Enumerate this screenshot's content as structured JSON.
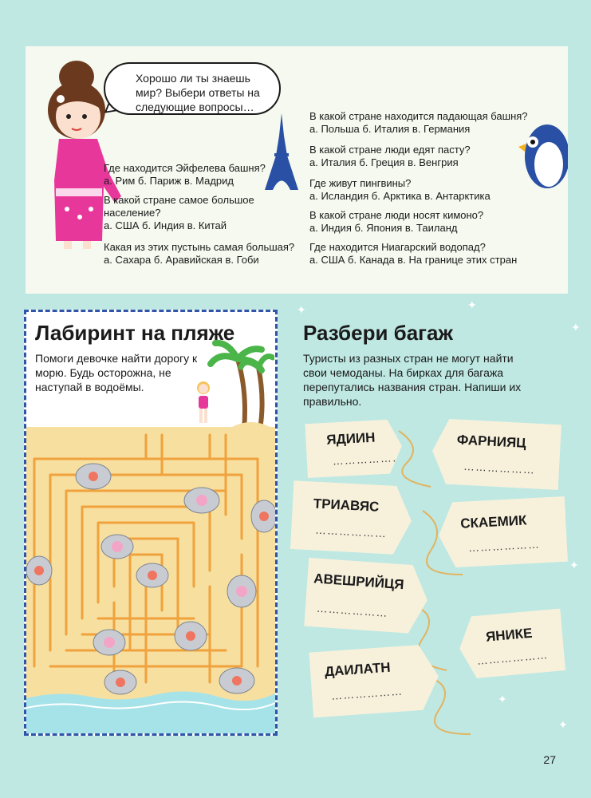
{
  "bubble_text": "Хорошо ли ты знаешь мир? Выбери ответы на следующие вопросы…",
  "questions_left": [
    {
      "q": "Где находится Эйфелева башня?",
      "a": "а. Рим  б. Париж  в. Мадрид"
    },
    {
      "q": "В какой стране самое большое население?",
      "a": "а. США  б. Индия  в. Китай"
    },
    {
      "q": "Какая из этих пустынь самая большая?",
      "a": "а. Сахара  б. Аравийская  в. Гоби"
    }
  ],
  "questions_right": [
    {
      "q": "В какой стране находится падающая башня?",
      "a": "а. Польша  б. Италия  в. Германия"
    },
    {
      "q": "В какой стране люди едят пасту?",
      "a": "а. Италия  б. Греция  в. Венгрия"
    },
    {
      "q": "Где живут пингвины?",
      "a": "а. Исландия  б. Арктика  в. Антарктика"
    },
    {
      "q": "В какой стране люди носят кимоно?",
      "a": "а. Индия  б. Япония  в. Таиланд"
    },
    {
      "q": "Где находится Ниагарский водопад?",
      "a": "а. США  б. Канада  в. На границе этих стран"
    }
  ],
  "maze": {
    "title": "Лабиринт на пляже",
    "text": "Помоги девочке найти дорогу к морю. Будь осторожна, не наступай в водоёмы."
  },
  "luggage": {
    "title": "Разбери багаж",
    "text": "Туристы из разных стран не могут найти свои чемоданы. На бирках для багажа перепутались названия стран. Напиши их правильно.",
    "tags": [
      "ЯДИИН",
      "ФАРНИЯЦ",
      "ТРИАВЯС",
      "СКАЕМИК",
      "АВЕШРИЙЦЯ",
      "ЯНИКЕ",
      "ДАИЛАТН"
    ],
    "dots": "………………"
  },
  "page_number": "27",
  "colors": {
    "background": "#bfe8e3",
    "panel": "#f5f9ef",
    "maze_border": "#2f54a8",
    "tag": "#f7f1dc",
    "sand": "#f7dfa0",
    "sea": "#a6e3e9"
  }
}
